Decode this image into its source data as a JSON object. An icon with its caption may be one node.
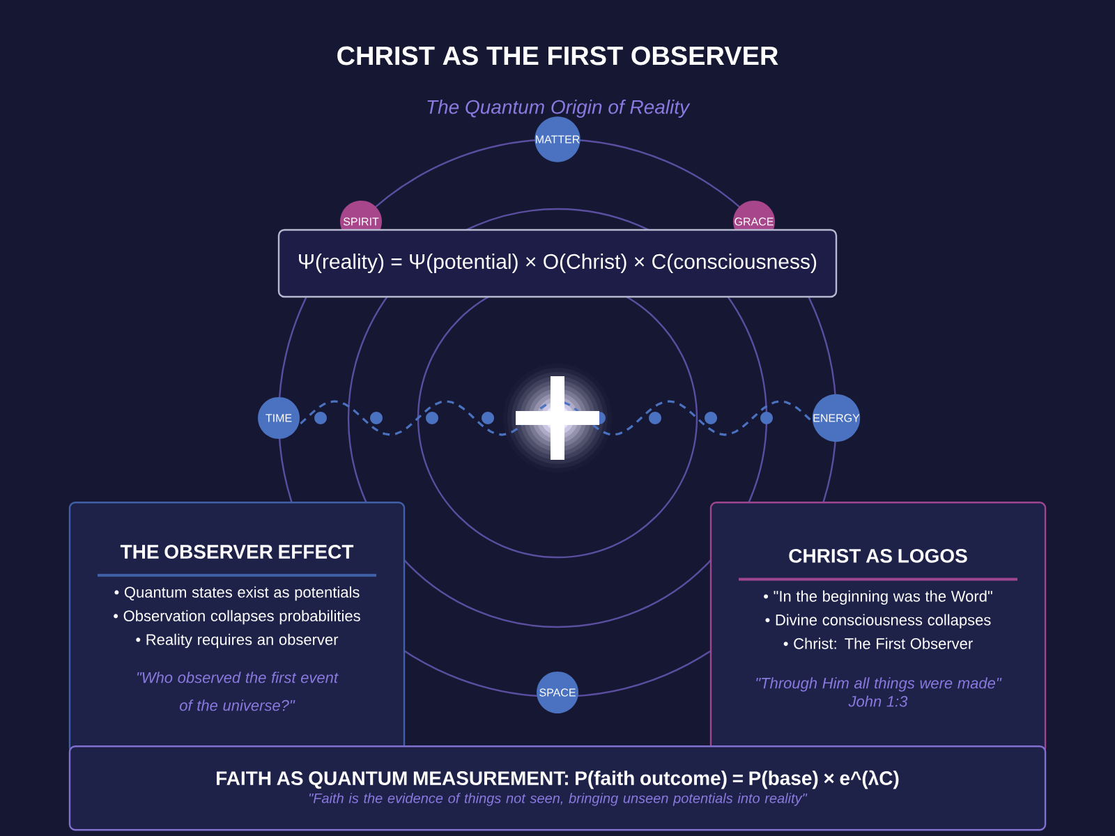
{
  "diagram": {
    "title": "CHRIST AS THE FIRST OBSERVER",
    "nodes": [
      {
        "text": [
          "MATTER"
        ]
      },
      {
        "text": [
          "SPIRIT"
        ]
      },
      {
        "text": [
          "GRACE"
        ]
      },
      {
        "text": [
          "Ψ(reality) = Ψ(potential) × O(Christ) × C(consciousness)"
        ]
      },
      {
        "text": [
          "TIME"
        ]
      },
      {
        "text": [
          "ENERGY"
        ]
      },
      {
        "text": [
          "THE OBSERVER EFFECT",
          "• Quantum states exist as potentials",
          "• Observation collapses probabilities",
          "• Reality requires an observer",
          "\"Who observed the first event of the universe?\""
        ]
      },
      {
        "text": [
          "CHRIST AS LOGOS",
          "• \"In the beginning was the Word\"",
          "• Divine consciousness collapses",
          "• Christ: The First Observer",
          "\"Through Him all things were made\"",
          "John 1:3"
        ]
      },
      {
        "text": [
          "SPACE"
        ]
      },
      {
        "text": [
          "FAITH AS QUANTUM MEASUREMENT: P(faith outcome) = P(base) × e^(λC)",
          "\"Faith is the evidence of things not seen, bringing unseen potentials into reality\""
        ]
      }
    ],
    "labels": [
      "The Quantum Origin of Reality"
    ]
  }
}
